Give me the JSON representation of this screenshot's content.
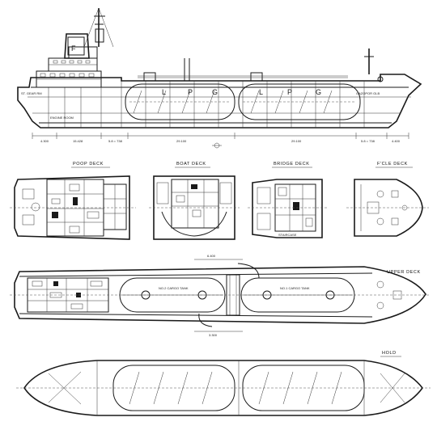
{
  "views": {
    "poop_deck": "POOP DECK",
    "boat_deck": "BOAT DECK",
    "bridge_deck": "BRIDGE DECK",
    "fcle_deck": "F'CLE DECK",
    "upper_deck": "UPPER DECK",
    "hold": "HOLD"
  },
  "profile": {
    "funnel_mark": "F",
    "hull_letters": [
      "L",
      "P",
      "G",
      "L",
      "P",
      "G"
    ],
    "ship_name": "GAZOPOR GLB",
    "room_labels": [
      "ENGINE ROOM",
      "ST. GEAR RM"
    ],
    "frame_dims": [
      "4.300",
      "15.428",
      "5.8 = 738",
      "29.100",
      "29.100",
      "5.8 = 738",
      "4.400"
    ]
  },
  "upper_deck": {
    "tanks": [
      "NO.2 CARGO TANK",
      "NO.1 CARGO TANK"
    ],
    "dims": [
      "6.400",
      "3.300"
    ]
  },
  "bridge_deck": {
    "room_label": "STAIRCASE"
  }
}
